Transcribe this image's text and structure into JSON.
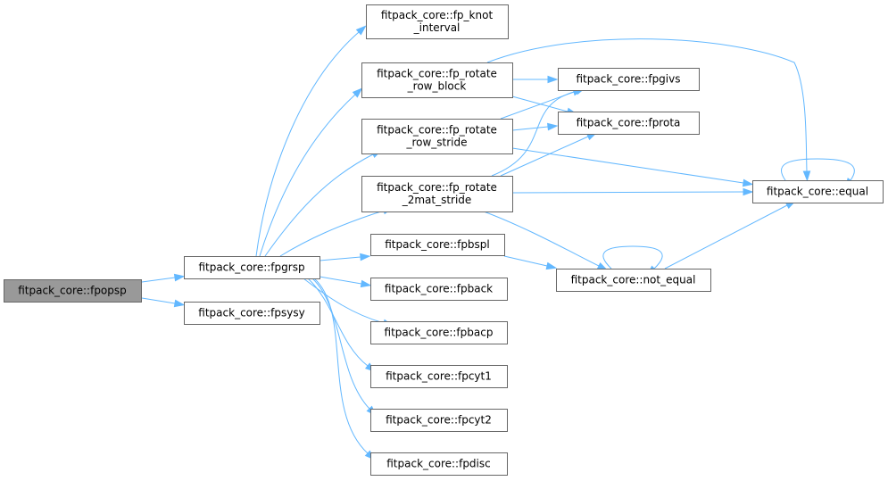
{
  "diagram": {
    "type": "call-graph",
    "nodes": {
      "fpopsp": {
        "label": [
          "fitpack_core::fpopsp"
        ],
        "highlighted": true
      },
      "fpgrsp": {
        "label": [
          "fitpack_core::fpgrsp"
        ]
      },
      "fpsysy": {
        "label": [
          "fitpack_core::fpsysy"
        ]
      },
      "fp_knot_interval": {
        "label": [
          "fitpack_core::fp_knot",
          "_interval"
        ]
      },
      "fp_rotate_row_block": {
        "label": [
          "fitpack_core::fp_rotate",
          "_row_block"
        ]
      },
      "fp_rotate_row_stride": {
        "label": [
          "fitpack_core::fp_rotate",
          "_row_stride"
        ]
      },
      "fp_rotate_2mat_stride": {
        "label": [
          "fitpack_core::fp_rotate",
          "_2mat_stride"
        ]
      },
      "fpbspl": {
        "label": [
          "fitpack_core::fpbspl"
        ]
      },
      "fpback": {
        "label": [
          "fitpack_core::fpback"
        ]
      },
      "fpbacp": {
        "label": [
          "fitpack_core::fpbacp"
        ]
      },
      "fpcyt1": {
        "label": [
          "fitpack_core::fpcyt1"
        ]
      },
      "fpcyt2": {
        "label": [
          "fitpack_core::fpcyt2"
        ]
      },
      "fpdisc": {
        "label": [
          "fitpack_core::fpdisc"
        ]
      },
      "fpgivs": {
        "label": [
          "fitpack_core::fpgivs"
        ]
      },
      "fprota": {
        "label": [
          "fitpack_core::fprota"
        ]
      },
      "equal": {
        "label": [
          "fitpack_core::equal"
        ]
      },
      "not_equal": {
        "label": [
          "fitpack_core::not_equal"
        ]
      }
    },
    "edges": [
      {
        "from": "fpopsp",
        "to": "fpgrsp"
      },
      {
        "from": "fpopsp",
        "to": "fpsysy"
      },
      {
        "from": "fpgrsp",
        "to": "fp_knot_interval"
      },
      {
        "from": "fpgrsp",
        "to": "fp_rotate_row_block"
      },
      {
        "from": "fpgrsp",
        "to": "fp_rotate_row_stride"
      },
      {
        "from": "fpgrsp",
        "to": "fp_rotate_2mat_stride"
      },
      {
        "from": "fpgrsp",
        "to": "fpbspl"
      },
      {
        "from": "fpgrsp",
        "to": "fpback"
      },
      {
        "from": "fpgrsp",
        "to": "fpbacp"
      },
      {
        "from": "fpgrsp",
        "to": "fpcyt1"
      },
      {
        "from": "fpgrsp",
        "to": "fpcyt2"
      },
      {
        "from": "fpgrsp",
        "to": "fpdisc"
      },
      {
        "from": "fp_rotate_row_block",
        "to": "fpgivs"
      },
      {
        "from": "fp_rotate_row_block",
        "to": "fprota"
      },
      {
        "from": "fp_rotate_row_block",
        "to": "equal"
      },
      {
        "from": "fp_rotate_row_stride",
        "to": "fpgivs"
      },
      {
        "from": "fp_rotate_row_stride",
        "to": "fprota"
      },
      {
        "from": "fp_rotate_row_stride",
        "to": "equal"
      },
      {
        "from": "fp_rotate_2mat_stride",
        "to": "fpgivs"
      },
      {
        "from": "fp_rotate_2mat_stride",
        "to": "fprota"
      },
      {
        "from": "fp_rotate_2mat_stride",
        "to": "equal"
      },
      {
        "from": "fp_rotate_2mat_stride",
        "to": "not_equal"
      },
      {
        "from": "fpbspl",
        "to": "not_equal"
      },
      {
        "from": "equal",
        "to": "equal"
      },
      {
        "from": "not_equal",
        "to": "equal"
      },
      {
        "from": "not_equal",
        "to": "not_equal"
      }
    ]
  },
  "colors": {
    "edge": "#63b8ff",
    "node_border": "#666666",
    "root_fill": "#999999",
    "node_fill": "#ffffff",
    "text": "#000000"
  }
}
